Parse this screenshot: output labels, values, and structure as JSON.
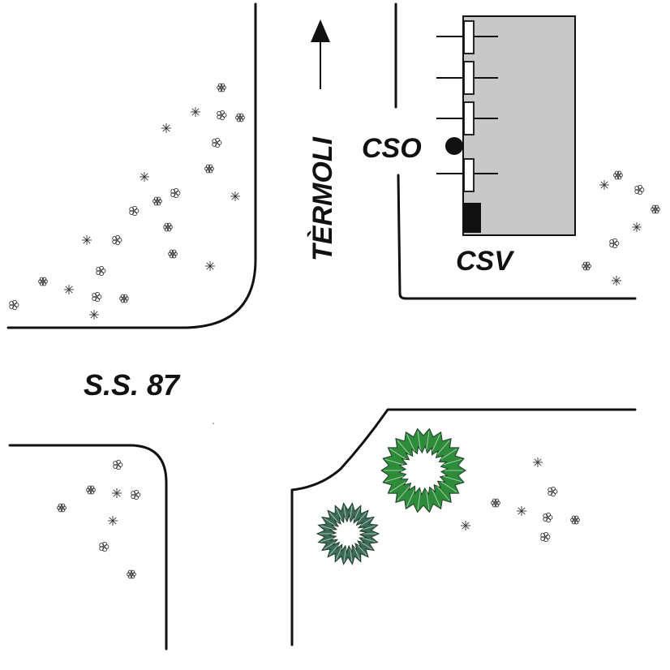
{
  "labels": {
    "direction": "TÈRMOLI",
    "road": "S.S. 87",
    "point_cso": "CSO",
    "point_csv": "CSV"
  },
  "colors": {
    "background": "#ffffff",
    "ink": "#111111",
    "building": "#c8c8c8",
    "tree_fill": "#2e8b3a",
    "tree_dark": "#3d6b5a"
  }
}
